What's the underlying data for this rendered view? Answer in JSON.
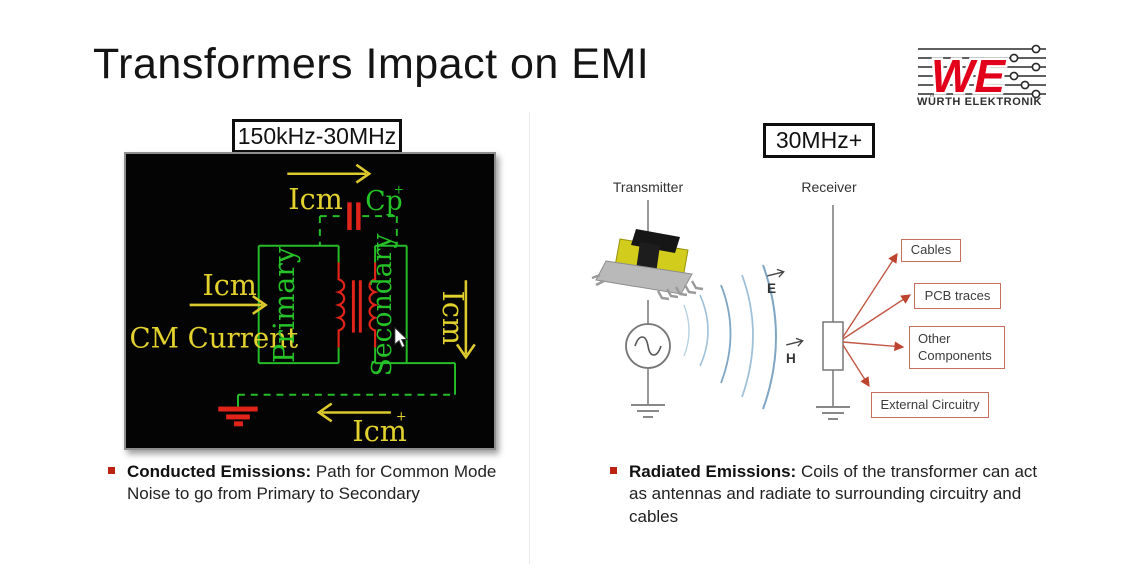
{
  "slide": {
    "title": "Transformers Impact on EMI",
    "logo": {
      "we": "WE",
      "brand": "WÜRTH ELEKTRONIK"
    },
    "left": {
      "freq_label": "150kHz-30MHz",
      "circuit": {
        "icm_top": "Icm",
        "cp": "Cp",
        "cp_plus": "+",
        "icm_left": "Icm",
        "cm_current": "CM Current",
        "primary": "Primary",
        "secondary": "Secondary",
        "icm_right": "Icm",
        "icm_bottom": "Icm",
        "icm_bottom_plus": "+"
      },
      "bullet_bold": "Conducted Emissions:",
      "bullet_text": " Path for Common Mode Noise to go from Primary to Secondary"
    },
    "right": {
      "freq_label": "30MHz+",
      "transmitter_label": "Transmitter",
      "receiver_label": "Receiver",
      "e_label": "E",
      "h_label": "H",
      "targets": [
        "Cables",
        "PCB traces",
        "Other Components",
        "External Circuitry"
      ],
      "bullet_bold": "Radiated Emissions:",
      "bullet_text": " Coils of the transformer can act as antennas and radiate to surrounding circuitry and cables"
    },
    "colors": {
      "circuit_yellow": "#dcc92e",
      "circuit_green": "#25bd27",
      "circuit_red": "#e0241a",
      "panel_background": "#040404",
      "callout_border": "#c4705c",
      "callout_arrow": "#c05040",
      "logo_red": "#e2001a",
      "wave_blue": "#8fb4cf",
      "bullet_red": "#bb2211"
    }
  }
}
